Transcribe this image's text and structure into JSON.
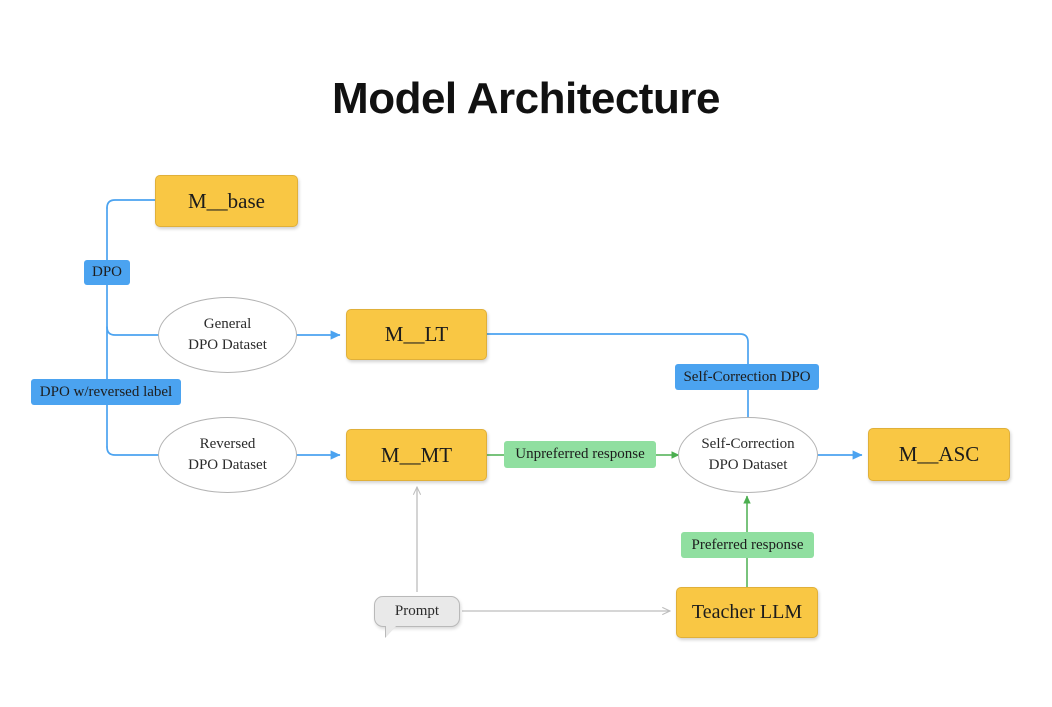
{
  "title": "Model Architecture",
  "colors": {
    "node_fill": "#F9C744",
    "node_stroke": "#E0B03A",
    "blue_label": "#4BA3F0",
    "green_label": "#90DFA0",
    "blue_edge": "#4BA3F0",
    "green_edge": "#4CAF50",
    "gray_edge": "#BDBDBD",
    "ellipse_stroke": "#B3B3B3",
    "prompt_fill": "#E9E9E9",
    "title_color": "#111111"
  },
  "nodes": {
    "m_base": {
      "label": "M__base",
      "shape": "box"
    },
    "general_dataset": {
      "line1": "General",
      "line2": "DPO Dataset",
      "shape": "ellipse"
    },
    "reversed_dataset": {
      "line1": "Reversed",
      "line2": "DPO Dataset",
      "shape": "ellipse"
    },
    "m_lt": {
      "label": "M__LT",
      "shape": "box"
    },
    "m_mt": {
      "label": "M__MT",
      "shape": "box"
    },
    "self_correction_dataset": {
      "line1": "Self-Correction",
      "line2": "DPO Dataset",
      "shape": "ellipse"
    },
    "m_asc": {
      "label": "M__ASC",
      "shape": "box"
    },
    "teacher_llm": {
      "label": "Teacher LLM",
      "shape": "box"
    },
    "prompt": {
      "label": "Prompt",
      "shape": "speech-bubble"
    }
  },
  "edge_labels": {
    "dpo": {
      "text": "DPO",
      "color": "blue"
    },
    "dpo_reversed": {
      "text": "DPO w/reversed label",
      "color": "blue"
    },
    "self_correction_dpo": {
      "text": "Self-Correction DPO",
      "color": "blue"
    },
    "unpreferred_response": {
      "text": "Unpreferred response",
      "color": "green"
    },
    "preferred_response": {
      "text": "Preferred response",
      "color": "green"
    }
  }
}
